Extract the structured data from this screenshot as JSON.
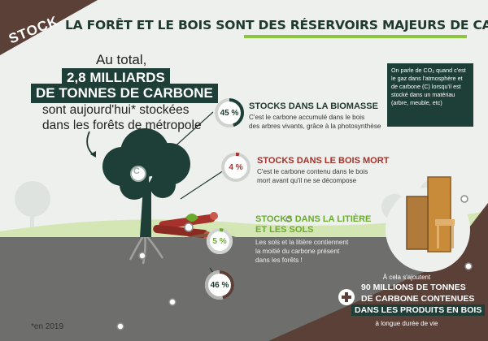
{
  "tag": "STOCK",
  "title": {
    "part1": "LA FORÊT ET LE BOIS SONT DES ",
    "part2": "RÉSERVOIRS MAJEURS DE CARBONE"
  },
  "total": {
    "pre": "Au total,",
    "band1": "2,8 MILLIARDS",
    "band2": "DE TONNES DE CARBONE",
    "post1": "sont aujourd'hui* stockées",
    "post2": "dans les forêts de métropole"
  },
  "info": {
    "text": "On parle de CO₂ quand c'est le gaz dans l'atmosphère et de carbone (C) lorsqu'il est stocké dans un matériau (arbre, meuble, etc)"
  },
  "stocks": [
    {
      "percent": "45 %",
      "title": "STOCKS DANS LA BIOMASSE",
      "desc1": "C'est le carbone accumulé dans le bois",
      "desc2": "des arbres vivants, grâce à la photosynthèse",
      "fraction": 0.45
    },
    {
      "percent": "4 %",
      "title": "STOCKS DANS LE BOIS MORT",
      "desc1": "C'est le carbone contenu dans le bois",
      "desc2": "mort avant qu'il ne se décompose",
      "fraction": 0.04
    },
    {
      "percent": "5 %",
      "title1": "STOCKS DANS LA LITIÈRE",
      "title2": "ET LES SOLS",
      "desc1": "Les sols et la litière contiennent",
      "desc2": "la moitié du carbone présent",
      "desc3": "dans les forêts !",
      "fraction": 0.05
    },
    {
      "percent": "46 %",
      "fraction": 0.46
    }
  ],
  "carbon_symbol": "C",
  "products": {
    "pre": "À cela s'ajoutent",
    "line1": "90 MILLIONS DE TONNES",
    "line2": "DE CARBONE CONTENUES",
    "line3": "DANS LES PRODUITS EN BOIS",
    "post": "à longue durée de vie",
    "plus": "+"
  },
  "footnote": "*en 2019",
  "colors": {
    "dark": "#1e3f37",
    "green": "#8cc63f",
    "red": "#a6322b",
    "brown": "#5a4037",
    "ground": "#6e6f6c"
  }
}
